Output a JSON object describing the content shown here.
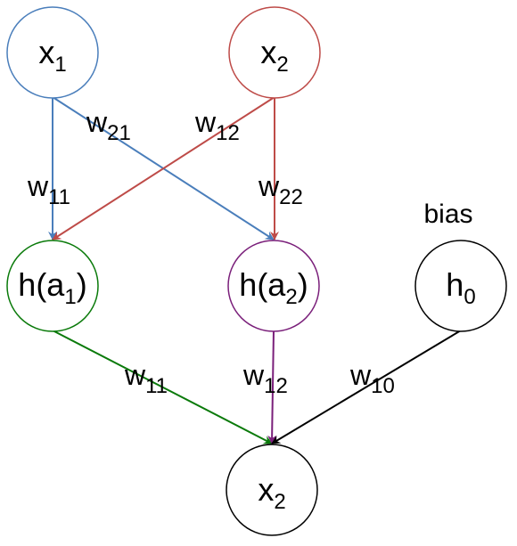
{
  "nodes": {
    "x1": {
      "base": "x",
      "sub": "1",
      "color": "#4a7ebb"
    },
    "x2_input": {
      "base": "x",
      "sub": "2",
      "color": "#be4b48"
    },
    "h_a1": {
      "pre": "h(a",
      "sub": "1",
      "post": ")",
      "color": "#0a7a0a"
    },
    "h_a2": {
      "pre": "h(a",
      "sub": "2",
      "post": ")",
      "color": "#7a1f7a"
    },
    "h0": {
      "base": "h",
      "sub": "0",
      "color": "#000000"
    },
    "x2_output": {
      "base": "x",
      "sub": "2",
      "color": "#000000"
    }
  },
  "bias_label": "bias",
  "weights": {
    "w21": {
      "base": "w",
      "sub": "21"
    },
    "w12_top": {
      "base": "w",
      "sub": "12"
    },
    "w11_top": {
      "base": "w",
      "sub": "11"
    },
    "w22": {
      "base": "w",
      "sub": "22"
    },
    "w11_bottom": {
      "base": "w",
      "sub": "11"
    },
    "w12_bottom": {
      "base": "w",
      "sub": "12"
    },
    "w10": {
      "base": "w",
      "sub": "10"
    }
  },
  "colors": {
    "blue": "#4a7ebb",
    "red": "#be4b48",
    "green": "#0a7a0a",
    "purple": "#7a1f7a",
    "black": "#000000"
  }
}
